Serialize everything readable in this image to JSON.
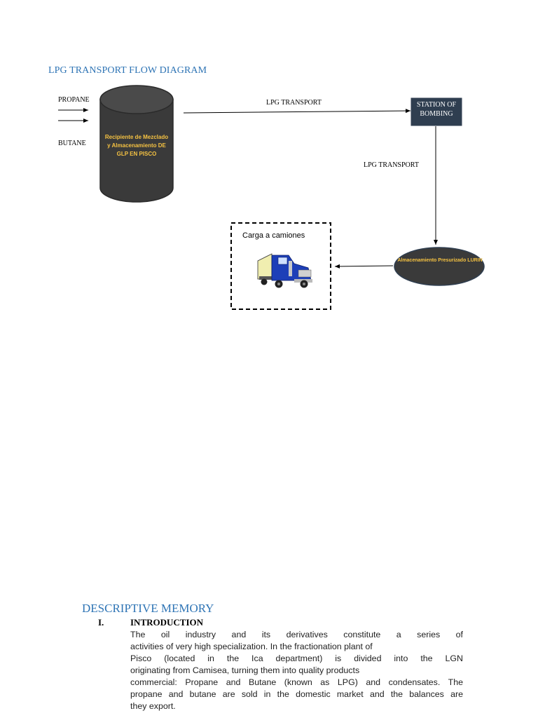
{
  "diagram": {
    "title": "LPG TRANSPORT FLOW DIAGRAM",
    "inputs": [
      "PROPANE",
      "BUTANE"
    ],
    "tank_label": "Recipiente de Mezclado y Almacenamiento  DE GLP EN PISCO",
    "transport_label_top": "LPG TRANSPORT",
    "station_label": "STATION OF BOMBING",
    "transport_label_side": "LPG TRANSPORT",
    "storage_label": "Almacenamiento Presurizado LURIN",
    "truck_box_label": "Carga a camiones",
    "colors": {
      "title": "#2e74b5",
      "tank": "#3a3a3a",
      "station": "#2f3e50",
      "tank_text": "#f5c242",
      "truck": "#1d3fb8"
    }
  },
  "memory": {
    "title": "DESCRIPTIVE MEMORY",
    "section_number": "I.",
    "section_title": "INTRODUCTION",
    "lines": [
      "The oil industry and its derivatives constitute a series of",
      "activities of very high specialization. In the fractionation plant of",
      "Pisco (located in the Ica department) is divided into the LGN",
      "originating from Camisea, turning them into quality products",
      "commercial: Propane and Butane (known as LPG) and condensates. The",
      "propane and butane are sold in the domestic market and the balances are",
      "they export."
    ]
  }
}
